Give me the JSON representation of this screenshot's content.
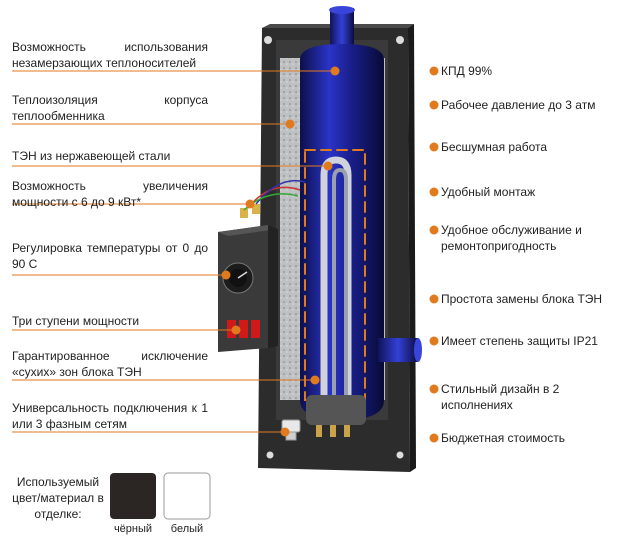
{
  "left_features": [
    "Возможность использования незамерзающих теплоносителей",
    "Теплоизоляция корпуса теплообменника",
    "ТЭН из нержавеющей стали",
    "Возможность увеличения мощности с 6 до 9 кВт*",
    "Регулировка температуры от 0 до 90 С",
    "Три ступени мощности",
    "Гарантированное исключение «сухих» зон блока ТЭН",
    "Универсальность подключения к 1 или 3 фазным сетям"
  ],
  "right_features": [
    "КПД 99%",
    "Рабочее давление до 3 атм",
    "Бесшумная работа",
    "Удобный монтаж",
    "Удобное обслуживание и ремонтопригодность",
    "Простота замены блока ТЭН",
    "Имеет степень защиты IP21",
    "Стильный дизайн в 2 исполнениях",
    "Бюджетная стоимость"
  ],
  "finish": {
    "title": "Используемый цвет/материал в отделке:",
    "swatches": [
      {
        "label": "чёрный",
        "color": "#2b2523"
      },
      {
        "label": "белый",
        "color": "#ffffff"
      }
    ]
  },
  "colors": {
    "accent": "#e07a1f",
    "body": "#2f2f2f",
    "tank": "#1a1f8c"
  }
}
